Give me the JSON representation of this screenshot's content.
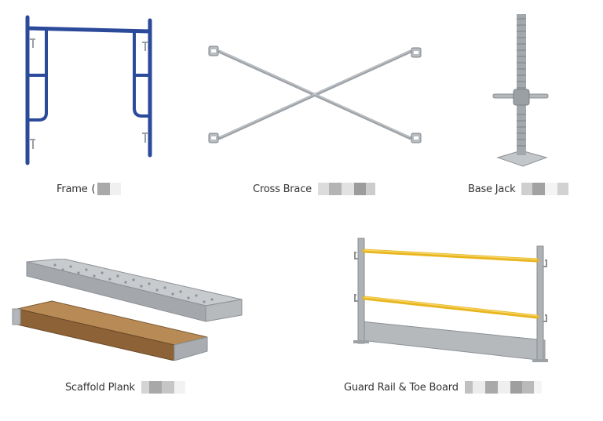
{
  "products": [
    {
      "id": "frame",
      "label": "Frame",
      "suffix": "(",
      "color": "#2b4a9a",
      "mosaic": [
        "#a9a9a9",
        "#f0f0f0"
      ]
    },
    {
      "id": "cross-brace",
      "label": "Cross Brace",
      "suffix": "",
      "color": "#9ea3a8",
      "mosaic": [
        "#dcdcdc",
        "#b4b4b4",
        "#e2e2e2",
        "#9c9c9c",
        "#cccccc"
      ]
    },
    {
      "id": "base-jack",
      "label": "Base Jack",
      "suffix": "",
      "color": "#a3a8ac",
      "mosaic": [
        "#cfcfcf",
        "#a2a2a2",
        "#f4f4f4",
        "#d2d2d2"
      ]
    },
    {
      "id": "scaffold-plank",
      "label": "Scaffold Plank",
      "suffix": "",
      "color": "#b0b4b8",
      "wood_color": "#9a6b3c",
      "mosaic": [
        "#d4d4d4",
        "#a8a8a8",
        "#c6c6c6",
        "#f2f2f2"
      ]
    },
    {
      "id": "guard-rail",
      "label": "Guard Rail & Toe Board",
      "suffix": "",
      "color": "#aeb2b5",
      "rail_color": "#e8b51e",
      "mosaic": [
        "#c0c0c0",
        "#ececec",
        "#a9a9a9",
        "#efefef",
        "#9f9f9f",
        "#bababa",
        "#f4f4f4"
      ]
    }
  ]
}
